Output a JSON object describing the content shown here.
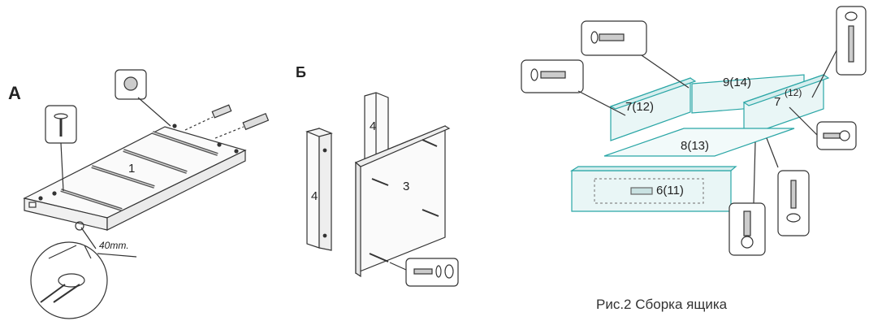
{
  "figure_a": {
    "letter": "А",
    "part_1": "1",
    "dimension": "40mm."
  },
  "figure_b": {
    "letter": "Б",
    "part_3": "3",
    "part_4_front": "4",
    "part_4_back": "4"
  },
  "figure_drawer": {
    "caption": "Рис.2 Сборка ящика",
    "part_9": "9(14)",
    "part_7_left": "7(12)",
    "part_7_right_main": "7",
    "part_7_right_sup": "(12)",
    "part_8": "8(13)",
    "part_6": "6(11)"
  },
  "colors": {
    "line": "#333333",
    "panel_teal": "#2aa6a6",
    "panel_fill": "#e9f6f6"
  }
}
